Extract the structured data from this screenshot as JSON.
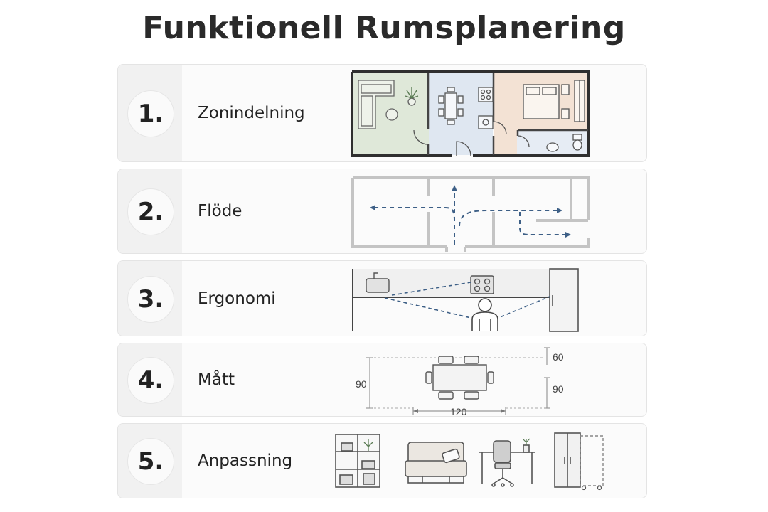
{
  "title": "Funktionell Rumsplanering",
  "steps": [
    {
      "number": "1.",
      "label": "Zonindelning"
    },
    {
      "number": "2.",
      "label": "Flöde"
    },
    {
      "number": "3.",
      "label": "Ergonomi"
    },
    {
      "number": "4.",
      "label": "Mått"
    },
    {
      "number": "5.",
      "label": "Anpassning"
    }
  ],
  "measurements": {
    "left": "90",
    "top_right": "60",
    "right": "90",
    "bottom": "120"
  },
  "colors": {
    "living_zone": "#dfe8d9",
    "kitchen_zone": "#dfe7f1",
    "bedroom_zone": "#f3e2d4",
    "bath_zone": "#e6ecf4",
    "flow_arrow": "#3d5f86",
    "wall": "#2f2f2f"
  }
}
